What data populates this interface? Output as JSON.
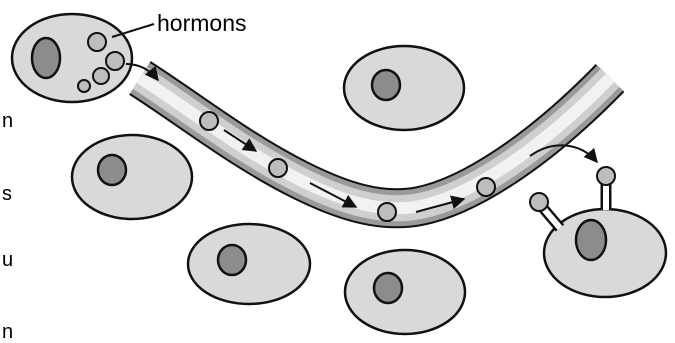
{
  "labels": {
    "hormones": "hormons"
  },
  "edge_text": [
    "n",
    "s",
    "u",
    "n"
  ],
  "colors": {
    "cell_fill": "#d9d9d9",
    "nucleus_fill": "#8c8c8c",
    "hormone_fill": "#bdbdbd",
    "outline": "#111111"
  },
  "icons": {
    "arrow": "arrow-right",
    "receptor": "receptor-stalk"
  }
}
